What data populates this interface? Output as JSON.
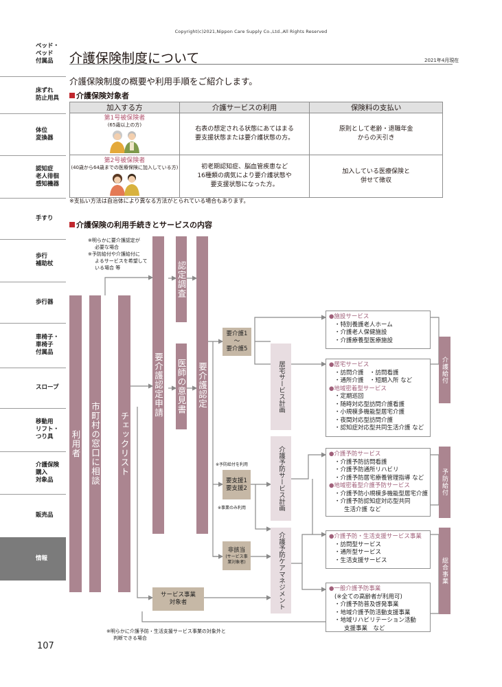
{
  "copyright": "Copyright(c)2021,Nippon Care Supply Co.,Ltd.,All Rights Reserved",
  "sidebar": [
    {
      "lines": [
        "ベッド・",
        "ベッド",
        "付属品"
      ],
      "active": false
    },
    {
      "lines": [
        "床ずれ",
        "防止用具"
      ],
      "active": false
    },
    {
      "lines": [
        "体位",
        "変換器"
      ],
      "active": false
    },
    {
      "lines": [
        "認知症",
        "老人徘徊",
        "感知機器"
      ],
      "active": false
    },
    {
      "lines": [
        "手すり"
      ],
      "active": false
    },
    {
      "lines": [
        "歩行",
        "補助杖"
      ],
      "active": false
    },
    {
      "lines": [
        "歩行器"
      ],
      "active": false
    },
    {
      "lines": [
        "車椅子・",
        "車椅子",
        "付属品"
      ],
      "active": false
    },
    {
      "lines": [
        "スロープ"
      ],
      "active": false
    },
    {
      "lines": [
        "移動用",
        "リフト・",
        "つり具"
      ],
      "active": false
    },
    {
      "lines": [
        "介護保険",
        "購入",
        "対象品"
      ],
      "active": false
    },
    {
      "lines": [
        "販売品"
      ],
      "active": false
    },
    {
      "lines": [
        "情報"
      ],
      "active": true
    }
  ],
  "page_number": "107",
  "title": "介護保険制度について",
  "as_of": "2021年4月現在",
  "intro": "介護保険制度の概要や利用手順をご紹介します。",
  "section1": "介護保険対象者",
  "table": {
    "headers": [
      "加入する方",
      "介護サービスの利用",
      "保険料の支払い"
    ],
    "rows": [
      {
        "person": "第1号被保険者",
        "person_sub": "(65歳以上の方)",
        "usage": [
          "右表の想定される状態にあてはまる",
          "要支援状態または要介護状態の方。"
        ],
        "payment": [
          "原則として老齢・退職年金",
          "からの天引き"
        ]
      },
      {
        "person": "第2号被保険者",
        "person_sub": "(40歳から64歳までの医療保険に加入している方)",
        "usage": [
          "初老期認知症、脳血管疾患など",
          "16種類の病気により要介護状態や",
          "要支援状態になった方。"
        ],
        "payment": [
          "加入している医療保険と",
          "併せて徴収"
        ]
      }
    ],
    "note": "※支払い方法は自治体により異なる方法がとられている場合もあります。"
  },
  "section2": "介護保険の利用手続きとサービスの内容",
  "flow": {
    "top_note": [
      "※明らかに要介護認定が",
      "必要な場合",
      "※予防給付や介護給付に",
      "よるサービスを希望して",
      "いる場合 等"
    ],
    "user": "利用者",
    "city_window": "市町村の窓口に相談",
    "checklist": "チェックリスト",
    "application": "要介護認定申請",
    "survey": "認定調査",
    "doctor": "医師の意見書",
    "certification": "要介護認定",
    "care_levels": [
      "要介護1",
      "〜",
      "要介護5"
    ],
    "support_levels": [
      "要支援1",
      "要支援2"
    ],
    "not_applicable": [
      "非該当",
      "(サービス事",
      "業対象者)"
    ],
    "preventive_use_note": "※予防給付を利用",
    "project_only_note": "※事業のみ利用",
    "service_target": [
      "サービス事業",
      "対象者"
    ],
    "care_plan": "居宅サービス計画",
    "prevention_plan": "介護予防サービス計画",
    "care_management": "介護予防ケアマネジメント",
    "bottom_note": [
      "※明らかに介護予防・生活支援サービス事業の対象外と",
      "判断できる場合"
    ],
    "benefit_care": "介護給付",
    "benefit_prevention": "予防給付",
    "benefit_general": "総合事業",
    "facility": {
      "head": "施設サービス",
      "items": [
        "・特別養護老人ホーム",
        "・介護老人保健施設",
        "・介護療養型医療施設"
      ]
    },
    "home": {
      "head": "居宅サービス",
      "items": [
        "・訪問介護　・訪問看護",
        "・通所介護　・短期入所 など"
      ],
      "head2": "地域密着型サービス",
      "items2": [
        "・定期巡回",
        "・随時対応型訪問介護看護",
        "・小規模多機能型居宅介護",
        "・夜間対応型訪問介護",
        "・認知症対応型共同生活介護 など"
      ]
    },
    "prevention": {
      "head": "介護予防サービス",
      "items": [
        "・介護予防訪問看護",
        "・介護予防通所リハビリ",
        "・介護予防居宅療養管理指導 など"
      ],
      "head2": "地域密着型介護予防サービス",
      "items2": [
        "・介護予防小規模多機能型居宅介護",
        "・介護予防認知症対応型共同"
      ],
      "items2_cont": [
        "生活介護 など"
      ]
    },
    "life_support": {
      "head": "介護予防・生活支援サービス事業",
      "items": [
        "・訪問型サービス",
        "・通所型サービス",
        "・生活支援サービス"
      ]
    },
    "general": {
      "head": "一般介護予防事業",
      "items": [
        "(※全ての高齢者が利用可)",
        "・介護予防普及啓発事業",
        "・地域介護予防活動支援事業",
        "・地域リハビリテーション活動"
      ],
      "items_cont": [
        "支援事業　など"
      ]
    }
  }
}
